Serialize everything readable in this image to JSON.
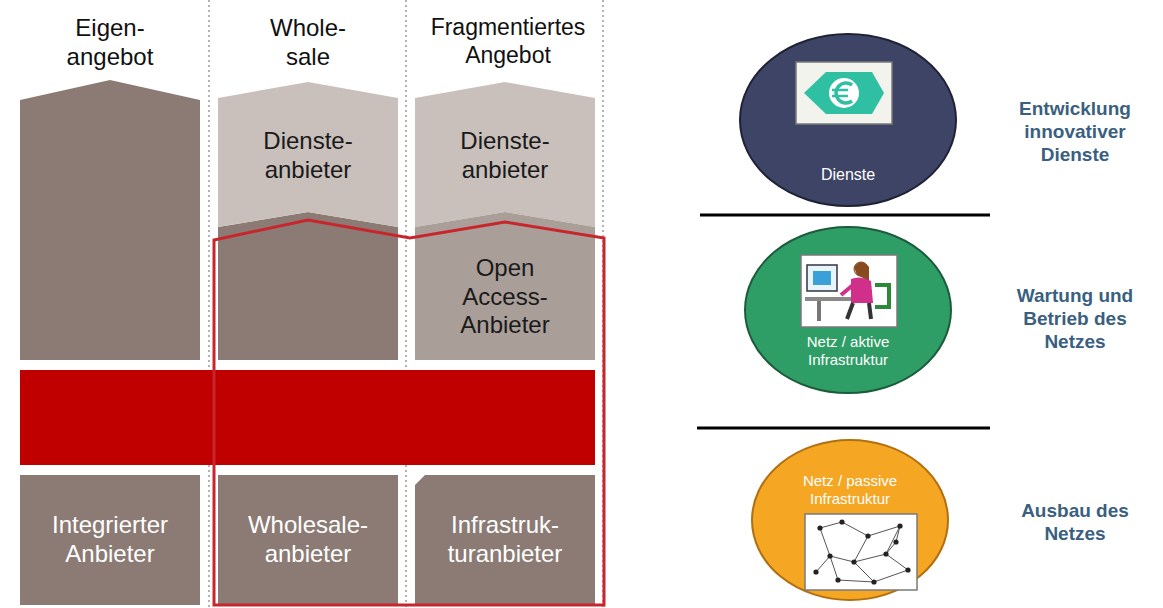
{
  "diagram": {
    "nodes": [
      {
        "text": [
          "Dienste- anbieter"
        ]
      },
      {
        "text": [
          "Dienste- anbieter"
        ]
      },
      {
        "text": [
          "Open Access- Anbieter"
        ]
      },
      {
        "text": [
          "Integrierter Anbieter"
        ]
      },
      {
        "text": [
          "Wholesale- anbieter"
        ]
      },
      {
        "text": [
          "Infrastruk- turanbieter"
        ]
      },
      {
        "text": [
          "Dienste"
        ]
      },
      {
        "text": [
          "Netz / aktive Infrastruktur"
        ]
      },
      {
        "text": [
          "Netz / passive Infrastruktur"
        ]
      }
    ],
    "labels": [
      "Eigen- angebot",
      "Whole- sale",
      "Fragmentiertes Angebot",
      "Entwicklung innovativer Dienste",
      "Wartung und Betrieb des Netzes",
      "Ausbau des Netzes"
    ]
  }
}
